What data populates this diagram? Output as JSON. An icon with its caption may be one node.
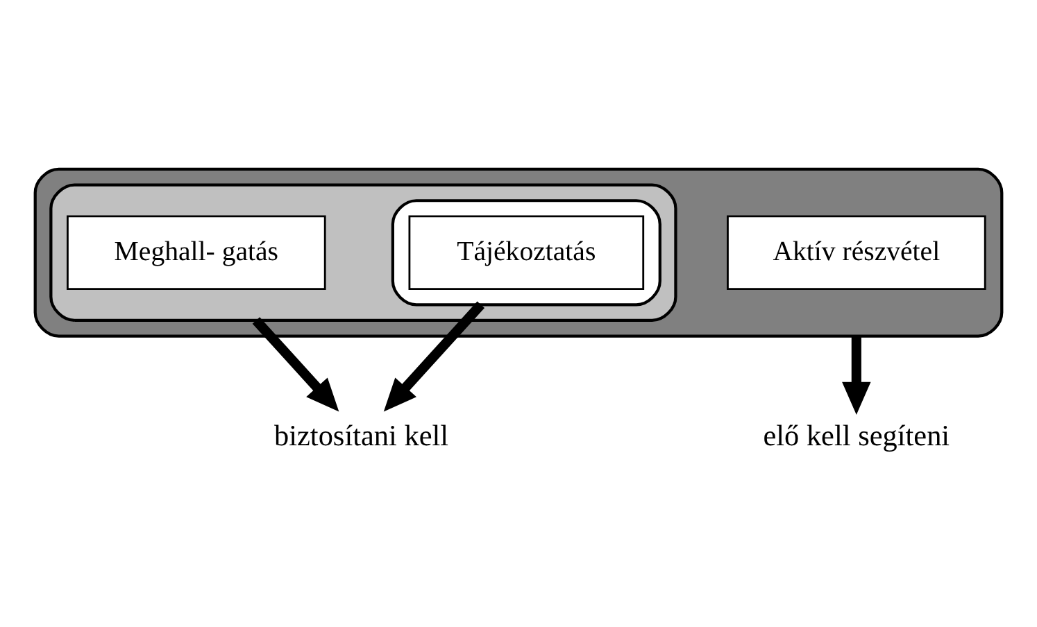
{
  "diagram": {
    "nodes": [
      {
        "text": [],
        "shape": "ellipse"
      },
      {
        "text": [],
        "shape": "ellipse",
        "in": 0
      },
      {
        "text": [],
        "shape": "ellipse",
        "in": 1
      },
      {
        "text": [
          "Tájékoztatás"
        ],
        "in": 2
      },
      {
        "text": [
          "Meghall- gatás"
        ],
        "in": 1
      },
      {
        "text": [
          "Aktív részvétel"
        ],
        "in": 0
      },
      {
        "text": [
          "biztosítani kell"
        ]
      },
      {
        "text": [
          "elő kell segíteni"
        ]
      }
    ],
    "edges": [
      {
        "from": 2,
        "to": 6,
        "arrow": "to"
      },
      {
        "from": 1,
        "to": 6,
        "arrow": "to"
      },
      {
        "from": 0,
        "to": 7,
        "arrow": "to"
      }
    ]
  }
}
